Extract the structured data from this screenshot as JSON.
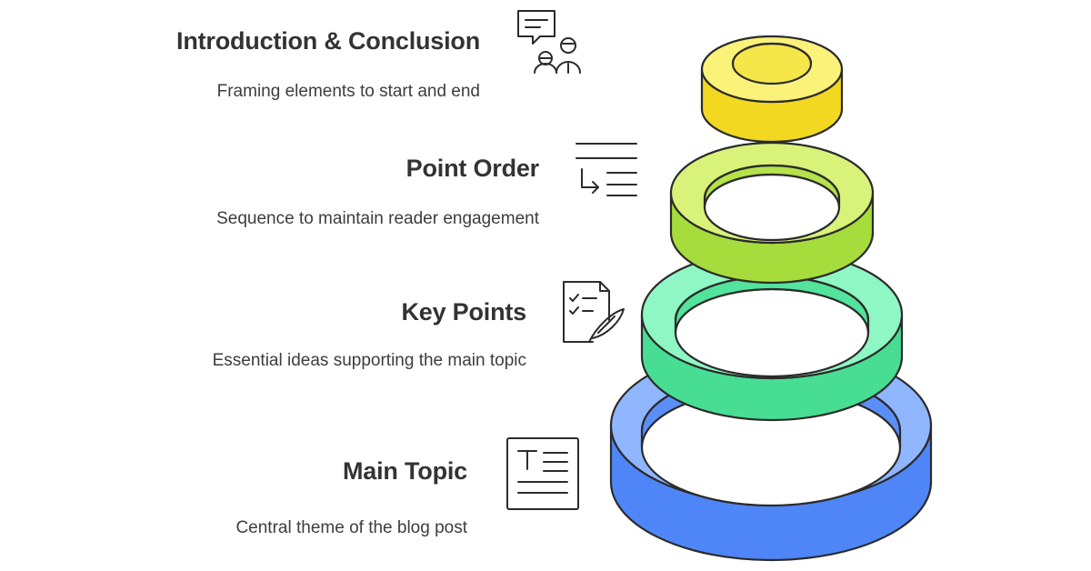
{
  "layers": [
    {
      "id": "intro-conclusion",
      "title": "Introduction & Conclusion",
      "description": "Framing elements to start and end",
      "icon": "conversation-icon",
      "color": "#f5e94a"
    },
    {
      "id": "point-order",
      "title": "Point Order",
      "description": "Sequence to maintain reader engagement",
      "icon": "sort-list-icon",
      "color": "#c6ea5a"
    },
    {
      "id": "key-points",
      "title": "Key Points",
      "description": "Essential ideas supporting the main topic",
      "icon": "checklist-quill-icon",
      "color": "#6ef0b0"
    },
    {
      "id": "main-topic",
      "title": "Main Topic",
      "description": "Central theme of the blog post",
      "icon": "text-document-icon",
      "color": "#6a9cff"
    }
  ]
}
